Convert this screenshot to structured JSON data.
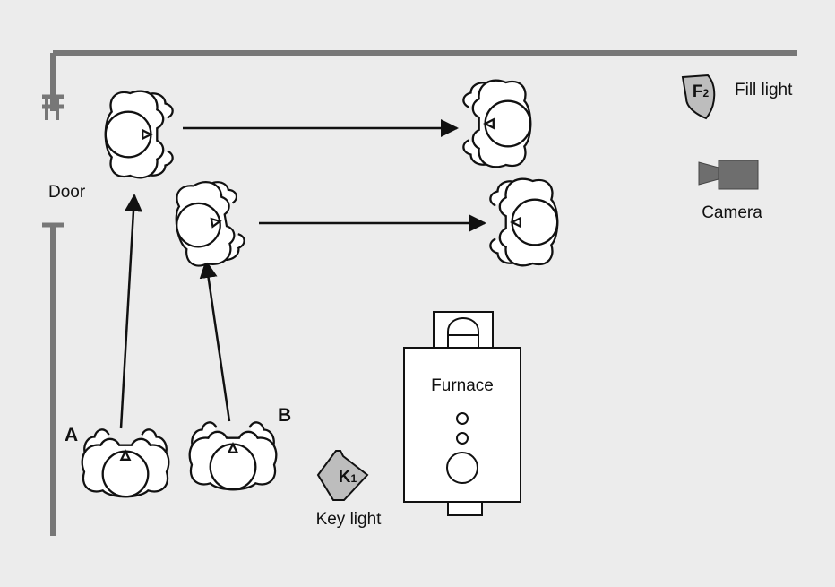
{
  "labels": {
    "door": "Door",
    "fill_light": "Fill light",
    "camera": "Camera",
    "key_light": "Key light",
    "furnace": "Furnace",
    "actor_a": "A",
    "actor_b": "B",
    "fill_badge": "F",
    "fill_badge_sub": "2",
    "key_badge": "K",
    "key_badge_sub": "1"
  },
  "colors": {
    "background": "#ececec",
    "wall": "#777777",
    "lamp": "#bdbdbd",
    "camera": "#6e6e6e",
    "outline": "#111111",
    "figure_fill": "#ffffff"
  },
  "icons": [
    "person-top-view-icon",
    "arrow-icon",
    "fill-light-icon",
    "key-light-icon",
    "camera-icon",
    "furnace-icon",
    "door-icon"
  ]
}
